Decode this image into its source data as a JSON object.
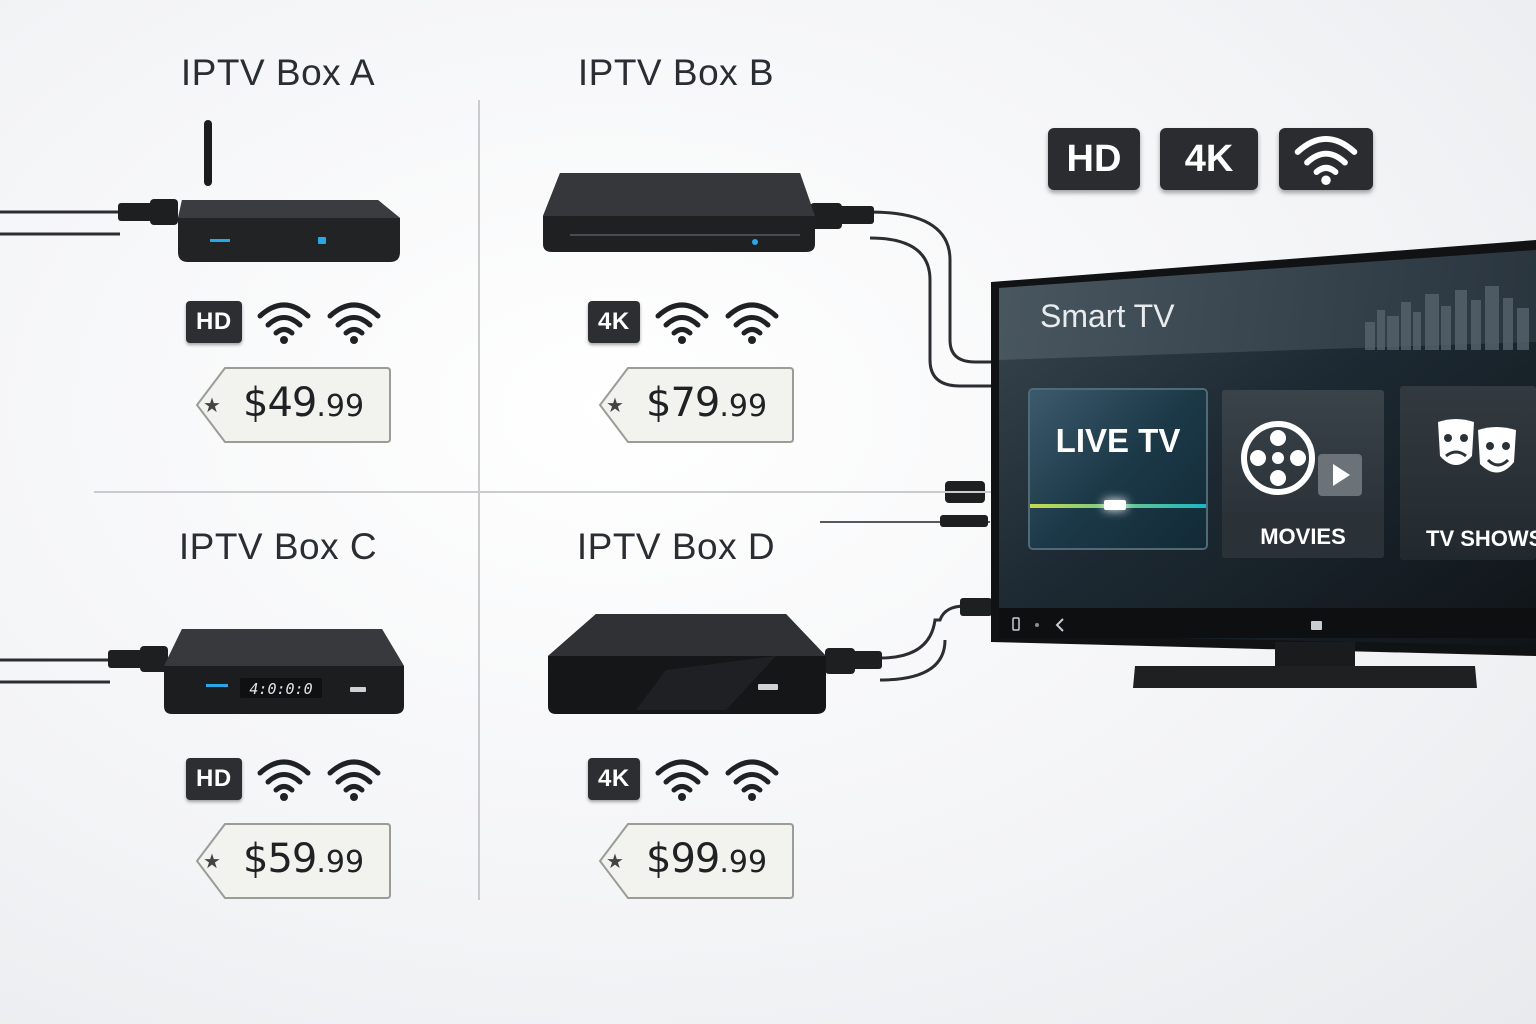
{
  "boxes": [
    {
      "title": "IPTV Box A",
      "resolution": "HD",
      "price_main": "$49",
      "price_cents": ".99"
    },
    {
      "title": "IPTV Box B",
      "resolution": "4K",
      "price_main": "$79",
      "price_cents": ".99"
    },
    {
      "title": "IPTV Box C",
      "resolution": "HD",
      "price_main": "$59",
      "price_cents": ".99",
      "display": "4:0:0:0"
    },
    {
      "title": "IPTV Box D",
      "resolution": "4K",
      "price_main": "$99",
      "price_cents": ".99"
    }
  ],
  "features": {
    "hd": "HD",
    "k4": "4K",
    "wifi_icon": "wifi-icon"
  },
  "tv": {
    "title": "Smart TV",
    "tiles": [
      {
        "label": "LIVE TV"
      },
      {
        "label": "MOVIES"
      },
      {
        "label": "TV SHOWS"
      }
    ]
  },
  "colors": {
    "badge": "#2c2e31",
    "tv_bg": "#1c2a33",
    "live_accent": "#17b7c9"
  }
}
